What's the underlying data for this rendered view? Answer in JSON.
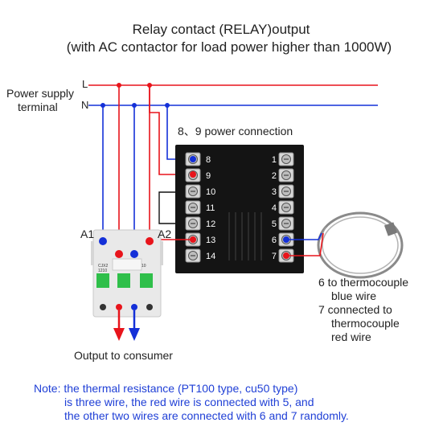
{
  "title": {
    "line1": "Relay contact (RELAY)output",
    "line2": "(with AC contactor for load power higher than 1000W)"
  },
  "power_supply": {
    "label_line1": "Power supply",
    "label_line2": "terminal",
    "live": "L",
    "neutral": "N"
  },
  "power_connection_label": "8、9 power connection",
  "controller": {
    "left_terminals": [
      "8",
      "9",
      "10",
      "11",
      "12",
      "13",
      "14"
    ],
    "right_terminals": [
      "1",
      "2",
      "3",
      "4",
      "5",
      "6",
      "7"
    ]
  },
  "contactor": {
    "a1": "A1",
    "a2": "A2",
    "model_line1": "CJX2",
    "model_line2": "1210",
    "side_mark": "10"
  },
  "thermocouple_note": {
    "line1": "6 to thermocouple",
    "line2": "blue wire",
    "line3": "7 connected to",
    "line4": "thermocouple",
    "line5": "red wire"
  },
  "output_label": "Output to consumer",
  "note": {
    "line1": "Note: the thermal resistance (PT100 type, cu50 type)",
    "line2": "is three wire, the red wire is connected with 5, and",
    "line3": "the other two wires are connected with 6 and 7 randomly."
  },
  "colors": {
    "live_wire": "#e8141b",
    "neutral_wire": "#1430d8",
    "control_wire": "#111111",
    "note_text": "#1f3fd6",
    "panel": "#141414",
    "contactor_body": "#e9e9e9",
    "contactor_window": "#2fbf4a"
  }
}
